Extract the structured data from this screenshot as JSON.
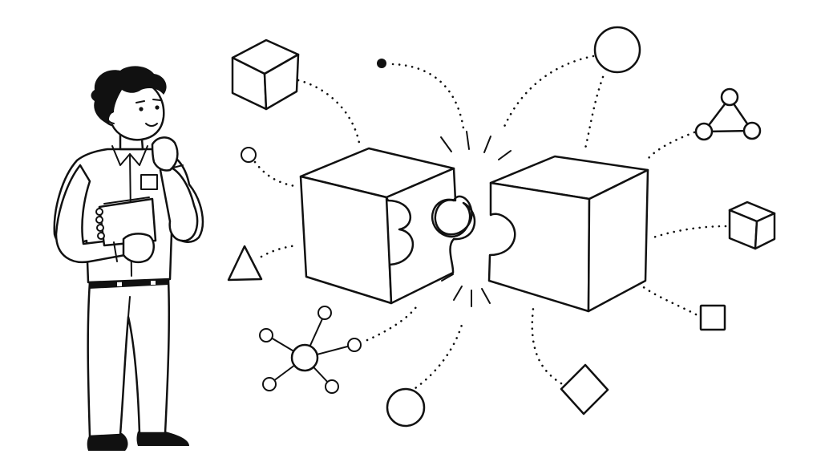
{
  "illustration": {
    "background_color": "#ffffff",
    "ink_color": "#111111",
    "subjects": [
      "person-thinking",
      "puzzle-cube-left",
      "puzzle-cube-right",
      "spark-lines"
    ],
    "connected_icons": [
      "cube-icon",
      "circle-icon",
      "triangle-icon",
      "network-triangle-icon",
      "hub-network-icon",
      "square-icon",
      "diamond-icon",
      "dot-icon"
    ]
  }
}
